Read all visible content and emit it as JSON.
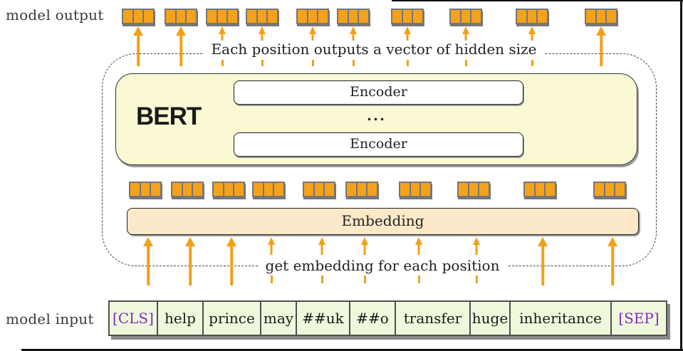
{
  "labels": {
    "model_output": "model output",
    "model_input": "model input",
    "top_annotation": "Each position outputs a vector of hidden size",
    "bottom_annotation": "get embedding for each position",
    "bert": "BERT",
    "encoder_top": "Encoder",
    "encoder_bottom": "Encoder",
    "dots": "...",
    "embedding": "Embedding"
  },
  "tokens": [
    {
      "text": "[CLS]",
      "special": true
    },
    {
      "text": "help",
      "special": false
    },
    {
      "text": "prince",
      "special": false
    },
    {
      "text": "may",
      "special": false
    },
    {
      "text": "##uk",
      "special": false
    },
    {
      "text": "##o",
      "special": false
    },
    {
      "text": "transfer",
      "special": false
    },
    {
      "text": "huge",
      "special": false
    },
    {
      "text": "inheritance",
      "special": false
    },
    {
      "text": "[SEP]",
      "special": true
    }
  ],
  "vectors": {
    "positions": 10,
    "cells_per_vector": 3
  },
  "colors": {
    "vector_fill": "#F5A21B",
    "vector_border": "#767676",
    "arrow": "#F2A016",
    "bert_fill": "#FAF9D4",
    "embedding_fill": "#FCE9C9",
    "token_fill": "#F0F8DC",
    "special_token_text": "#7D2EC2"
  }
}
